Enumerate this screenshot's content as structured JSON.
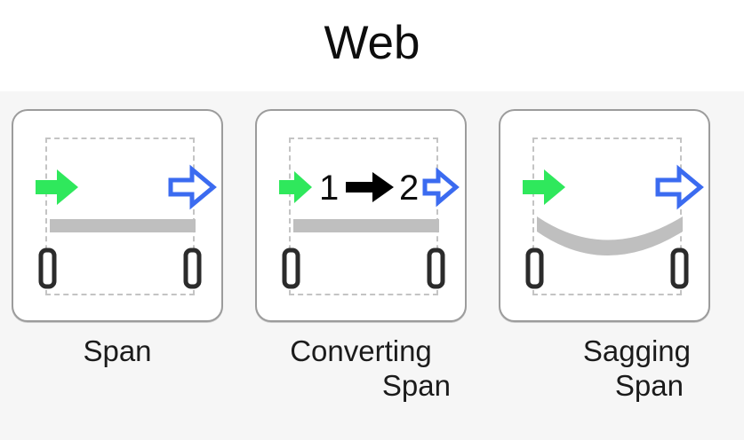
{
  "header": {
    "title": "Web"
  },
  "colors": {
    "page_background": "#ffffff",
    "panel_background": "#f6f6f6",
    "card_background": "#ffffff",
    "card_border": "#9c9c9c",
    "dashed_box": "#c4c4c4",
    "source_arrow_green": "#2fe85c",
    "target_arrow_blue": "#3b6bf0",
    "band_gray": "#bfbfbf",
    "post_dark": "#2b2b2b",
    "black_arrow": "#000000",
    "title_text": "#0d0d0d",
    "label_text": "#1b1b1b"
  },
  "cards": [
    {
      "id": "span",
      "label_line1": "Span",
      "label_line2": "",
      "two_line": false,
      "icons": {
        "left_arrow": "green-filled-right-arrow-icon",
        "right_arrow": "blue-outline-right-arrow-icon",
        "band": "straight-gray-band-icon",
        "left_post": "post-anchor-icon",
        "right_post": "post-anchor-icon"
      },
      "band_shape": "straight",
      "middle_labels": []
    },
    {
      "id": "converting-span",
      "label_line1": "Converting",
      "label_line2": "Span",
      "two_line": true,
      "icons": {
        "left_arrow": "green-filled-right-arrow-icon",
        "right_arrow": "blue-outline-right-arrow-icon",
        "band": "straight-gray-band-icon",
        "left_post": "post-anchor-icon",
        "right_post": "post-anchor-icon",
        "conversion_arrow": "black-filled-right-arrow-icon"
      },
      "band_shape": "straight",
      "middle_labels": [
        "1",
        "2"
      ]
    },
    {
      "id": "sagging-span",
      "label_line1": "Sagging",
      "label_line2": "Span",
      "two_line": true,
      "icons": {
        "left_arrow": "green-filled-right-arrow-icon",
        "right_arrow": "blue-outline-right-arrow-icon",
        "band": "sagging-gray-band-icon",
        "left_post": "post-anchor-icon",
        "right_post": "post-anchor-icon"
      },
      "band_shape": "sagging",
      "middle_labels": []
    }
  ]
}
